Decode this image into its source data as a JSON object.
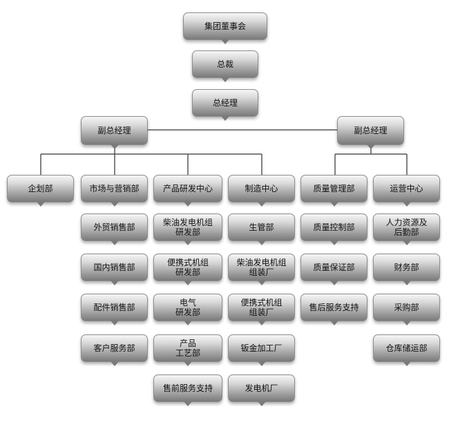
{
  "top": {
    "board": "集团董事会",
    "president": "总裁",
    "gm": "总经理"
  },
  "vp": {
    "left": "副总经理",
    "right": "副总经理"
  },
  "departments": {
    "planning": "企划部",
    "marketing": {
      "head": "市场与营销部",
      "items": [
        "外贸销售部",
        "国内销售部",
        "配件销售部",
        "客户服务部"
      ]
    },
    "rnd": {
      "head": "产品研发中心",
      "items": [
        "柴油发电机组\n研发部",
        "便携式机组\n研发部",
        "电气\n研发部",
        "产品\n工艺部",
        "售前服务支持"
      ]
    },
    "manufacturing": {
      "head": "制造中心",
      "items": [
        "生管部",
        "柴油发电机组\n组装厂",
        "便携式机组\n组装厂",
        "钣金加工厂",
        "发电机厂"
      ]
    },
    "quality": {
      "head": "质量管理部",
      "items": [
        "质量控制部",
        "质量保证部",
        "售后服务支持"
      ]
    },
    "operations": {
      "head": "运营中心",
      "items": [
        "人力资源及\n后勤部",
        "财务部",
        "采购部",
        "仓库储运部"
      ]
    }
  }
}
